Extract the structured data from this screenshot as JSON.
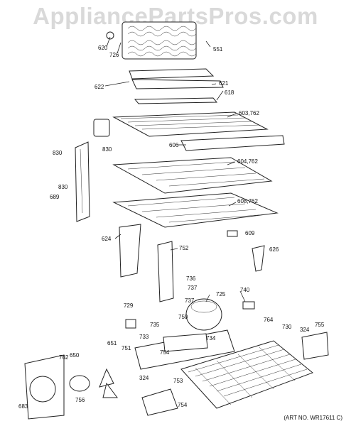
{
  "watermark": "AppliancePartsPros.com",
  "art_number": "(ART NO. WR17611 C)",
  "callouts": [
    "620",
    "726",
    "551",
    "622",
    "621",
    "618",
    "603,762",
    "606",
    "830",
    "830",
    "604,762",
    "830",
    "689",
    "608,762",
    "624",
    "609",
    "752",
    "626",
    "736",
    "737",
    "737",
    "725",
    "740",
    "729",
    "750",
    "735",
    "764",
    "730",
    "324",
    "755",
    "733",
    "734",
    "651",
    "751",
    "754",
    "762",
    "650",
    "753",
    "324",
    "756",
    "754",
    "683"
  ]
}
